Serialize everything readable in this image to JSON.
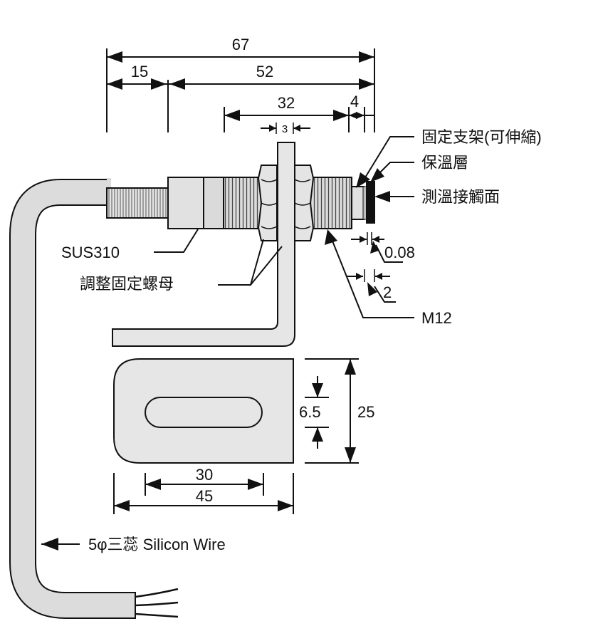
{
  "dimensions": {
    "overall": "67",
    "cable_end": "15",
    "body": "52",
    "thread": "32",
    "nut": "3",
    "tip": "4",
    "gap_insulation": "0.08",
    "gap_tip": "2",
    "bracket_width": "45",
    "bracket_slot_length": "30",
    "bracket_height": "25",
    "bracket_slot_width": "6.5"
  },
  "labels": {
    "bracket": "固定支架(可伸縮)",
    "insulation": "保溫層",
    "sensing_face": "測溫接觸面",
    "material": "SUS310",
    "nut": "調整固定螺母",
    "thread": "M12",
    "wire": "5φ三蕊 Silicon Wire"
  },
  "colors": {
    "line": "#111111",
    "body_fill": "#dedede",
    "bracket_fill": "#e6e6e6",
    "tip_fill": "#111111"
  }
}
